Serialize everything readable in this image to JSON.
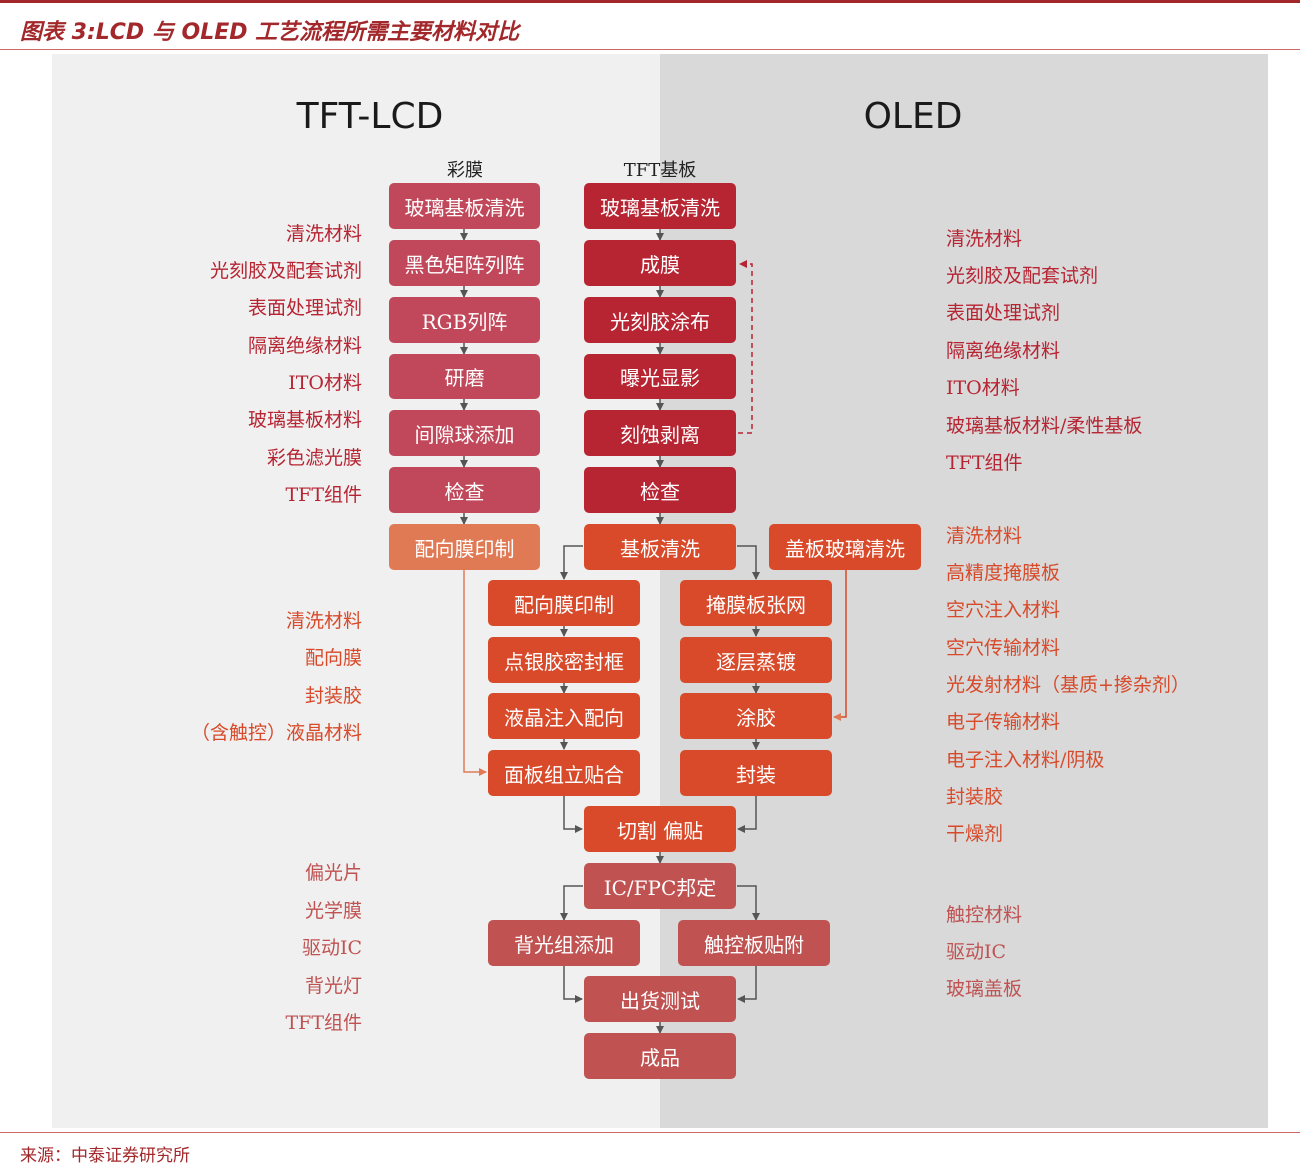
{
  "caption": "图表 3:LCD 与 OLED 工艺流程所需主要材料对比",
  "source": "来源：中泰证券研究所",
  "headers": {
    "lcd": "TFT-LCD",
    "oled": "OLED"
  },
  "subheaders": {
    "color_filter": "彩膜",
    "tft_substrate": "TFT基板"
  },
  "colors": {
    "accent": "#a2282b",
    "crimson": "#b72432",
    "rose": "#c0485a",
    "orange_red": "#d84a2a",
    "light_orange": "#e07a55",
    "muted_red": "#c05252",
    "label_red": "#c0392b"
  },
  "flow": {
    "cf": [
      "玻璃基板清洗",
      "黑色矩阵列阵",
      "RGB列阵",
      "研磨",
      "间隙球添加",
      "检查"
    ],
    "tft": [
      "玻璃基板清洗",
      "成膜",
      "光刻胶涂布",
      "曝光显影",
      "刻蚀剥离",
      "检查"
    ],
    "align_print_left": "配向膜印制",
    "substrate_clean": "基板清洗",
    "cover_clean": "盖板玻璃清洗",
    "lcd_branch": [
      "配向膜印制",
      "点银胶密封框",
      "液晶注入配向",
      "面板组立贴合"
    ],
    "oled_branch": [
      "掩膜板张网",
      "逐层蒸镀",
      "涂胶",
      "封装"
    ],
    "cut": "切割 偏贴",
    "bond": "IC/FPC邦定",
    "backlight": "背光组添加",
    "touch": "触控板贴附",
    "ship": "出货测试",
    "product": "成品"
  },
  "labels": {
    "left_group1": [
      "清洗材料",
      "光刻胶及配套试剂",
      "表面处理试剂",
      "隔离绝缘材料",
      "ITO材料",
      "玻璃基板材料",
      "彩色滤光膜",
      "TFT组件"
    ],
    "left_group2": [
      "清洗材料",
      "配向膜",
      "封装胶",
      "（含触控）液晶材料"
    ],
    "left_group3": [
      "偏光片",
      "光学膜",
      "驱动IC",
      "背光灯",
      "TFT组件"
    ],
    "right_group1": [
      "清洗材料",
      "光刻胶及配套试剂",
      "表面处理试剂",
      "隔离绝缘材料",
      "ITO材料",
      "玻璃基板材料/柔性基板",
      "TFT组件"
    ],
    "right_group2": [
      "清洗材料",
      "高精度掩膜板",
      "空穴注入材料",
      "空穴传输材料",
      "光发射材料（基质+掺杂剂）",
      "电子传输材料",
      "电子注入材料/阴极",
      "封装胶",
      "干燥剂"
    ],
    "right_group3": [
      "触控材料",
      "驱动IC",
      "玻璃盖板"
    ]
  }
}
